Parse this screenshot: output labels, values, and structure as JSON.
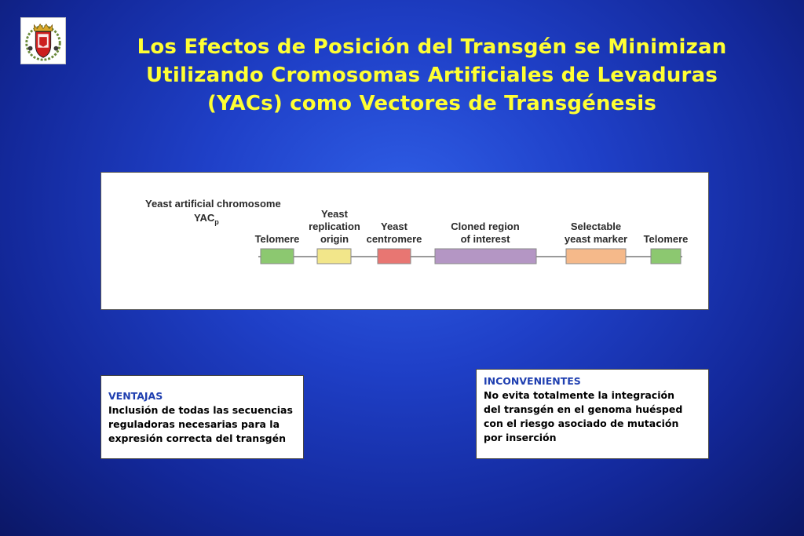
{
  "title": {
    "line1": "Los Efectos de Posición del Transgén se Minimizan",
    "line2": "Utilizando Cromosomas Artificiales de Levaduras",
    "line3": "(YACs) como Vectores de Transgénesis"
  },
  "diagram": {
    "heading_line1": "Yeast artificial chromosome",
    "heading_line2": "YAC",
    "heading_subscript": "p",
    "elements": [
      {
        "lines": [
          "Telomere"
        ],
        "color": "#8cc870"
      },
      {
        "lines": [
          "Yeast",
          "replication",
          "origin"
        ],
        "color": "#f2e68a"
      },
      {
        "lines": [
          "Yeast",
          "centromere"
        ],
        "color": "#e87672"
      },
      {
        "lines": [
          "Cloned region",
          "of interest"
        ],
        "color": "#b496c4"
      },
      {
        "lines": [
          "Selectable",
          "yeast marker"
        ],
        "color": "#f5b98a"
      },
      {
        "lines": [
          "Telomere"
        ],
        "color": "#8cc870"
      }
    ]
  },
  "ventajas": {
    "header": "VENTAJAS",
    "lines": [
      "Inclusión de todas las secuencias",
      "reguladoras  necesarias  para la",
      "expresión  correcta del transgén"
    ]
  },
  "inconvenientes": {
    "header": "INCONVENIENTES",
    "lines": [
      "No evita totalmente la integración",
      "del transgén en el genoma huésped",
      "con el riesgo asociado de mutación",
      "por inserción"
    ]
  }
}
